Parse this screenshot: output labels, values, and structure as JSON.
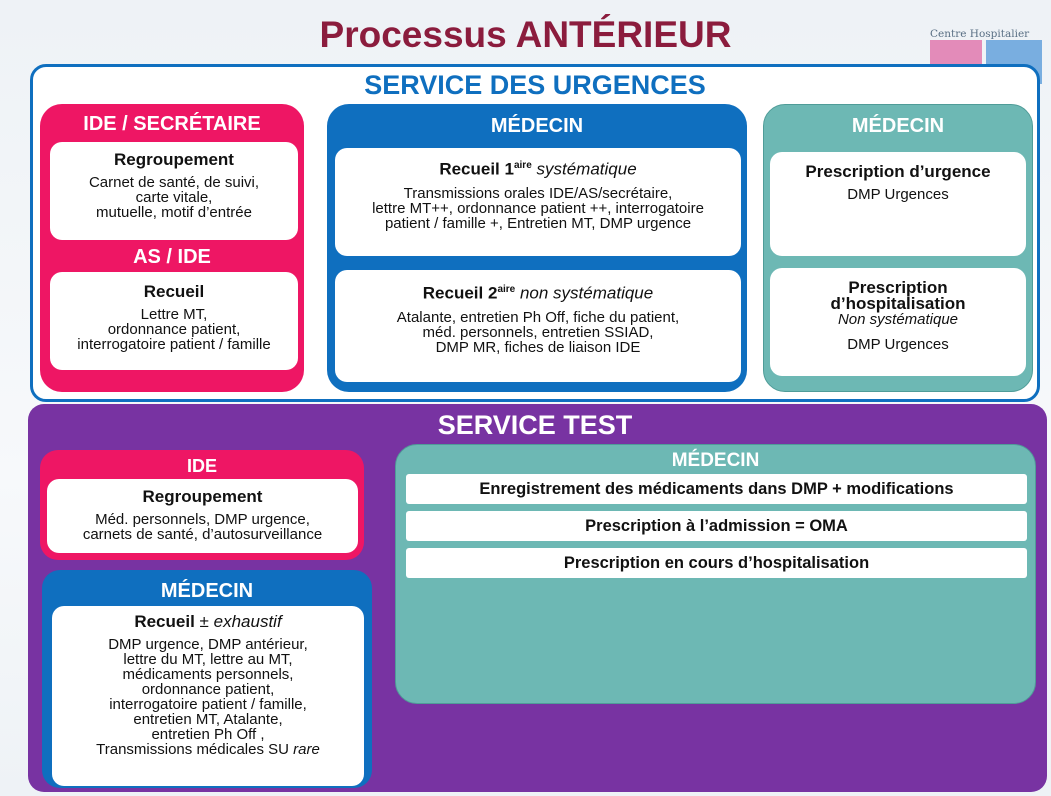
{
  "title": "Processus ANTÉRIEUR",
  "logo": {
    "text": "Centre Hospitalier",
    "pink": "#e38bb9",
    "blue": "#79aee0"
  },
  "urgences": {
    "title": "SERVICE DES URGENCES",
    "ide": {
      "header": "IDE / SECRÉTAIRE",
      "card1": {
        "title": "Regroupement",
        "lines": [
          "Carnet de santé, de suivi,",
          "carte vitale,",
          "mutuelle, motif d’entrée"
        ]
      },
      "header2": "AS / IDE",
      "card2": {
        "title": "Recueil",
        "lines": [
          "Lettre MT,",
          "ordonnance patient,",
          "interrogatoire patient / famille"
        ]
      }
    },
    "medecin_blue": {
      "header": "MÉDECIN",
      "card1": {
        "title": "Recueil 1",
        "sup": "aire",
        "qual": "systématique",
        "lines": [
          "Transmissions orales IDE/AS/secrétaire,",
          "lettre MT++, ordonnance patient ++, interrogatoire",
          "patient / famille +, Entretien MT, DMP urgence"
        ]
      },
      "card2": {
        "title": "Recueil 2",
        "sup": "aire",
        "qual": "non systématique",
        "lines": [
          "Atalante, entretien Ph Off, fiche du patient,",
          "méd. personnels, entretien SSIAD,",
          "DMP MR, fiches de liaison IDE"
        ]
      }
    },
    "medecin_teal": {
      "header": "MÉDECIN",
      "card1": {
        "title": "Prescription d’urgence",
        "line": "DMP Urgences"
      },
      "card2": {
        "title1": "Prescription",
        "title2": "d’hospitalisation",
        "qual": "Non systématique",
        "line": "DMP Urgences"
      }
    }
  },
  "test": {
    "title": "SERVICE TEST",
    "ide": {
      "header": "IDE",
      "card": {
        "title": "Regroupement",
        "lines": [
          "Méd. personnels, DMP urgence,",
          "carnets de santé, d’autosurveillance"
        ]
      }
    },
    "medecin_left": {
      "header": "MÉDECIN",
      "card": {
        "title": "Recueil",
        "pm": "±",
        "qual": "exhaustif",
        "lines": [
          "DMP urgence, DMP antérieur,",
          "lettre du MT, lettre au MT,",
          "médicaments personnels,",
          "ordonnance patient,",
          "interrogatoire patient / famille,",
          "entretien MT,  Atalante,",
          "entretien Ph Off ,"
        ],
        "last": "Transmissions médicales SU",
        "last_qual": "rare"
      }
    },
    "medecin_right": {
      "header": "MÉDECIN",
      "items": [
        "Enregistrement des médicaments dans DMP + modifications",
        "Prescription à l’admission = OMA",
        "Prescription en cours d’hospitalisation"
      ]
    }
  },
  "colors": {
    "title": "#8b1c3d",
    "urgences_blue": "#0f6fbf",
    "pink": "#ee1664",
    "teal": "#6db8b4",
    "purple": "#7833a2"
  }
}
